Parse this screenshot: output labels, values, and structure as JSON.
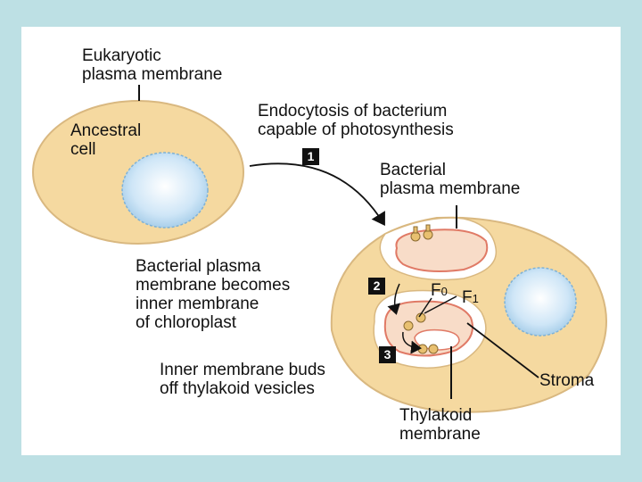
{
  "labels": {
    "eukaryotic_membrane": "Eukaryotic\nplasma membrane",
    "ancestral_cell": "Ancestral\ncell",
    "endocytosis": "Endocytosis of bacterium\ncapable of photosynthesis",
    "bacterial_membrane": "Bacterial\nplasma membrane",
    "inner_membrane": "Bacterial plasma\nmembrane becomes\ninner membrane\nof chloroplast",
    "buds_off": "Inner membrane buds\noff thylakoid vesicles",
    "f0_base": "F",
    "f0_sub": "0",
    "f1_base": "F",
    "f1_sub": "1",
    "stroma": "Stroma",
    "thylakoid": "Thylakoid\nmembrane"
  },
  "steps": [
    "1",
    "2",
    "3"
  ],
  "colors": {
    "background": "#bde0e4",
    "cell_fill": "#f5d9a0",
    "cell_stroke": "#d9b880",
    "nucleus_fill": "#cfe6f7",
    "membrane_stroke": "#e07a66",
    "vesicle_fill": "#f8dcc8",
    "atp_synthase": "#e8c070"
  }
}
